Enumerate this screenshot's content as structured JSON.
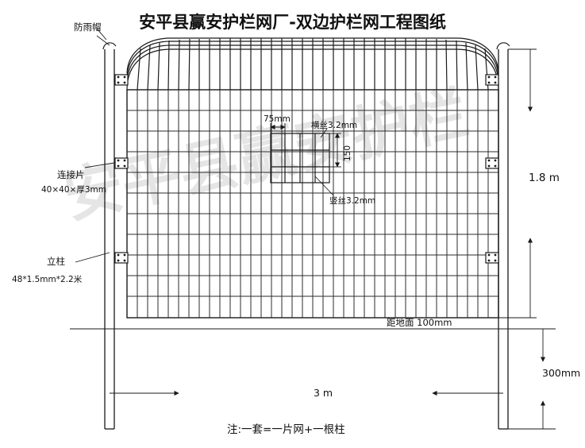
{
  "title": "安平县赢安护栏网厂-双边护栏网工程图纸",
  "watermark": "安平县赢安护栏",
  "colors": {
    "line": "#1a1a1a",
    "mesh": "#2b2b2b",
    "text": "#111111",
    "watermark": "#aaaaaa"
  },
  "labels": {
    "rain_cap": "防雨帽",
    "connector": "连接片",
    "connector_spec": "40×40×厚3mm",
    "post": "立柱",
    "post_spec": "48*1.5mm*2.2米",
    "mesh_75": "75mm",
    "mesh_horizontal": "横丝3.2mm",
    "mesh_vertical": "竖丝3.2mm",
    "mesh_150": "150",
    "height_total": "1.8 m",
    "width_total": "3 m",
    "ground_clearance": "距地面 100mm",
    "buried_depth": "300mm",
    "note": "注:一套=一片网+一根柱"
  },
  "dimensions": {
    "height": "1.8 m",
    "width": "3 m",
    "mesh_pitch_horizontal": "75mm",
    "mesh_pitch_vertical": "150",
    "wire_horizontal": "横丝3.2mm",
    "wire_vertical": "竖丝3.2mm",
    "ground_gap": "距地面 100mm",
    "below_ground": "300mm",
    "post_size": "48*1.5mm*2.2米",
    "connector_size": "40×40×厚3mm"
  }
}
